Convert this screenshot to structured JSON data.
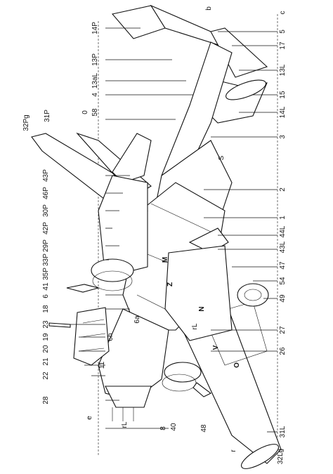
{
  "figure": {
    "left_callouts": [
      "14P",
      "13P",
      "13aL",
      "4",
      "0",
      "58",
      "32Pg",
      "31P",
      "43P",
      "46P",
      "30P",
      "42P",
      "29P",
      "33P",
      "35P",
      "41",
      "6",
      "18",
      "23",
      "19",
      "20",
      "21",
      "22",
      "28",
      "e",
      "rL",
      "8",
      "40",
      "48",
      "r",
      "32Lg"
    ],
    "right_callouts": [
      "b",
      "c",
      "5",
      "17",
      "13L",
      "15",
      "14L",
      "3",
      "2",
      "1",
      "44L",
      "43L",
      "47",
      "54",
      "49",
      "27",
      "26",
      "31L"
    ],
    "inner_markings": [
      "M",
      "Z",
      "N",
      "V",
      "O",
      "6a",
      "6h",
      "11",
      "rL",
      "S"
    ]
  }
}
